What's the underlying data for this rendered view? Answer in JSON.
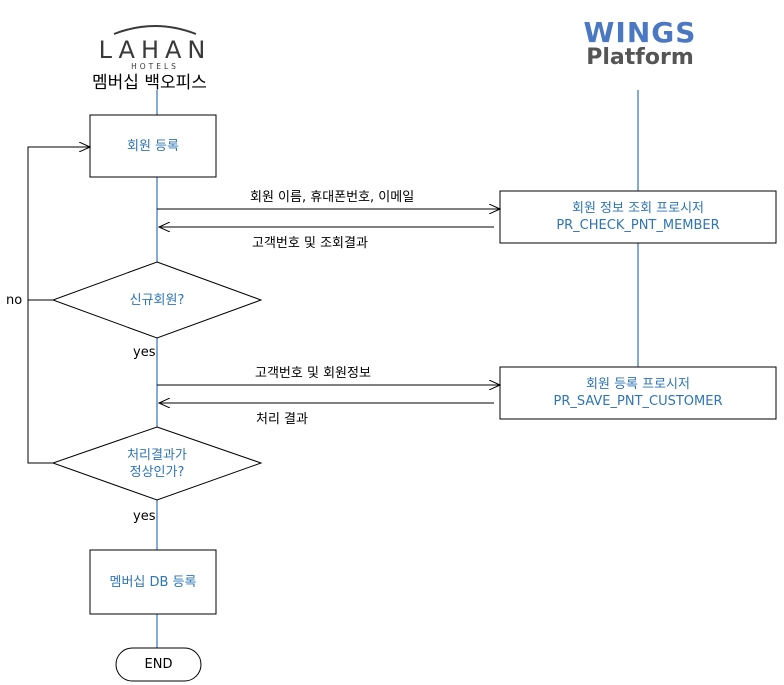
{
  "logos": {
    "lahan": {
      "word": "LAHAN",
      "sub": "HOTELS"
    },
    "wings": {
      "word": "WINGS",
      "sub": "Platform"
    }
  },
  "lanes": {
    "left_title": "멤버십 백오피스"
  },
  "nodes": {
    "register": "회원 등록",
    "is_new": "신규회원?",
    "result_ok_line1": "처리결과가",
    "result_ok_line2": "정상인가?",
    "membership_db": "멤버십 DB 등록",
    "end": "END",
    "proc_check_line1": "회원 정보 조회 프로시저",
    "proc_check_line2": "PR_CHECK_PNT_MEMBER",
    "proc_save_line1": "회원 등록 프로시저",
    "proc_save_line2": "PR_SAVE_PNT_CUSTOMER"
  },
  "edges": {
    "send_member_info": "회원 이름, 휴대폰번호, 이메일",
    "return_customer_no": "고객번호 및 조회결과",
    "send_customer_info": "고객번호 및 회원정보",
    "return_result": "처리 결과",
    "yes1": "yes",
    "yes2": "yes",
    "no": "no"
  },
  "colors": {
    "line": "#000000",
    "lifeline": "#2e75b6",
    "box_text": "#2e75b6"
  }
}
